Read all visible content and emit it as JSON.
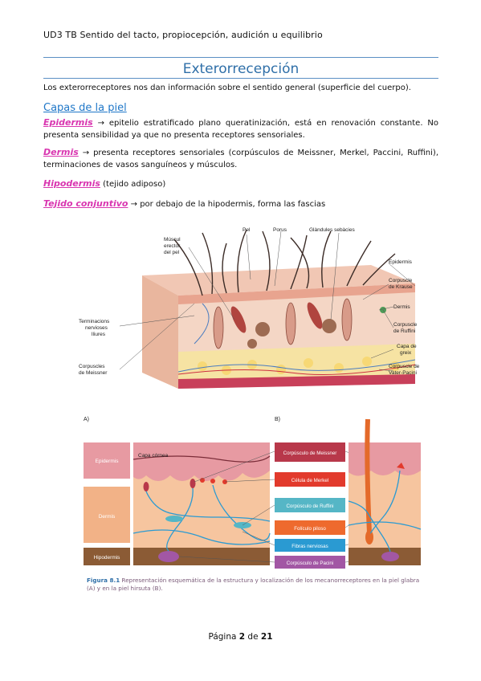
{
  "header": {
    "text": "UD3 TB Sentido del tacto, propiocepción, audición u equilibrio"
  },
  "title": "Exterorrecepción",
  "intro": "Los exterorreceptores nos dan información sobre el sentido general (superficie del cuerpo).",
  "section": {
    "title": "Capas de la piel"
  },
  "items": [
    {
      "term": "Epidermis",
      "text": " → epitelio estratificado plano queratinización, está en renovación constante. No presenta sensibilidad ya que no presenta receptores sensoriales."
    },
    {
      "term": "Dermis",
      "text": " → presenta receptores sensoriales (corpúsculos de Meissner, Merkel, Paccini, Ruffini), terminaciones de vasos sanguíneos y músculos."
    },
    {
      "term": "Hipodermis",
      "text": " (tejido adiposo)"
    },
    {
      "term": "Tejido conjuntivo",
      "text": " → por debajo de la hipodermis, forma las fascias"
    }
  ],
  "figure1": {
    "labels": {
      "muscul": [
        "Múscul",
        "erector",
        "del pel"
      ],
      "pel": "Pel",
      "porus": "Porus",
      "glandules": "Glàndules sebàcies",
      "epidermis": "Epidermis",
      "krause": [
        "Corpuscle",
        "de Krause"
      ],
      "dermis": "Dermis",
      "ruffini": [
        "Corpuscle",
        "de Ruffini"
      ],
      "greix": [
        "Capa de",
        "greix"
      ],
      "vater": [
        "Corpuscle de",
        "Vater-Pacini"
      ],
      "terminacions": [
        "Terminacions",
        "nervioses",
        "lliures"
      ],
      "meissner": [
        "Corpuscles",
        "de Meissner"
      ]
    }
  },
  "figure2": {
    "panel_a": "A)",
    "panel_b": "B)",
    "layers": {
      "epidermis": "Epidermis",
      "dermis": "Dermis",
      "hipodermis": "Hipodermis",
      "capa_cornea": "Capa córnea"
    },
    "legend": [
      {
        "label": "Corpúsculo de Meissner",
        "color": "#b8384a"
      },
      {
        "label": "Célula de Merkel",
        "color": "#e23a2c"
      },
      {
        "label": "Corpúsculo de Ruffini",
        "color": "#55b6c6"
      },
      {
        "label": "Folículo piloso",
        "color": "#ee6a2e"
      },
      {
        "label": "Fibras nerviosas",
        "color": "#2a9ad2"
      },
      {
        "label": "Corpúsculo de Pacini",
        "color": "#a257a4"
      }
    ],
    "caption_label": "Figura 8.1",
    "caption_text": " Representación esquemática de la estructura y localización de los mecanorreceptores en la piel glabra (A) y en la piel hirsuta (B)."
  },
  "footer": {
    "prefix": "Página ",
    "page": "2",
    "middle": " de ",
    "total": "21"
  }
}
